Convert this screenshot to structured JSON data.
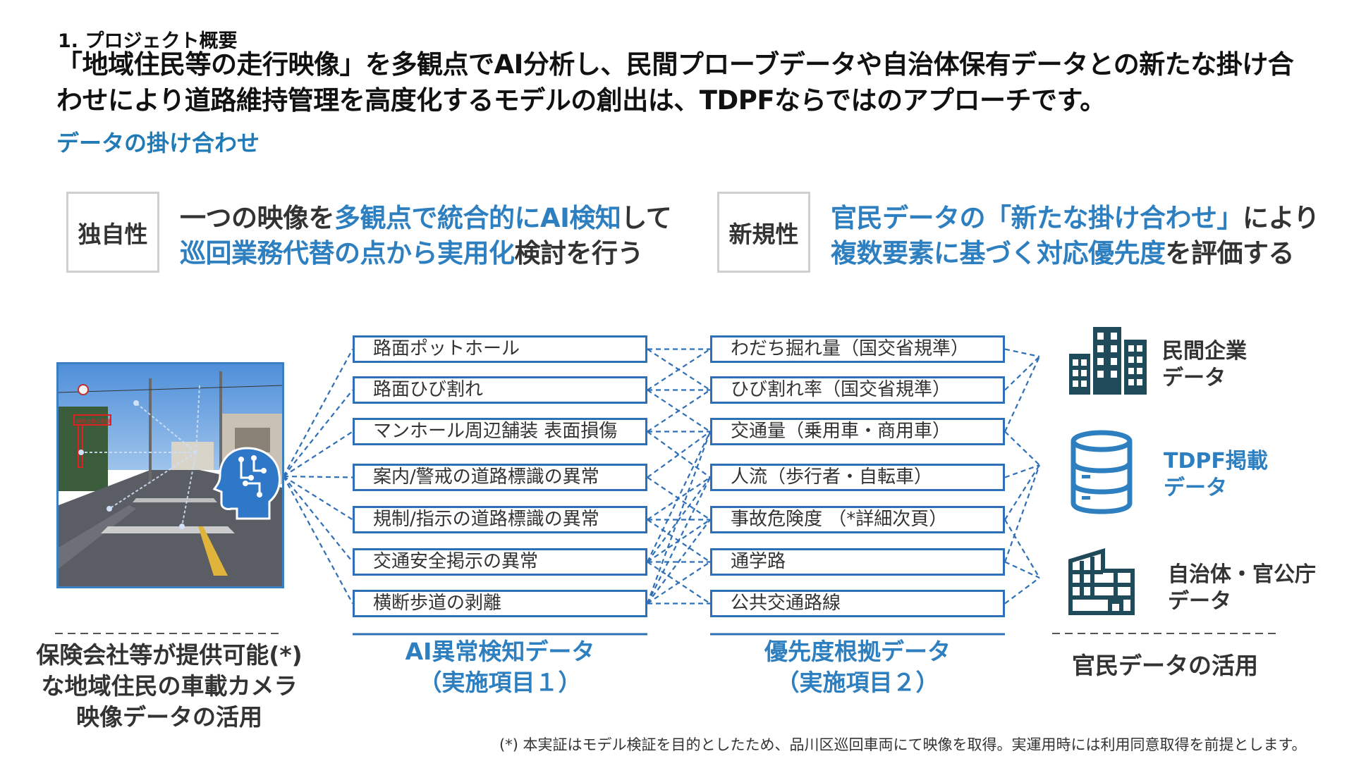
{
  "header": {
    "section_no": "1. プロジェクト概要",
    "headline_line1": "「地域住民等の走行映像」を多観点でAI分析し、民間プローブデータや自治体保有データとの新たな掛け合",
    "headline_line2": "わせにより道路維持管理を高度化するモデルの創出は、TDPFならではのアプローチです。",
    "subhead": "データの掛け合わせ"
  },
  "features": {
    "uniqueness": {
      "tag": "独自性",
      "line1_a": "一つの映像を",
      "line1_hl": "多観点で統合的にAI検知",
      "line1_b": "して",
      "line2_hl": "巡回業務代替の点から実用化",
      "line2_b": "検討を行う"
    },
    "novelty": {
      "tag": "新規性",
      "line1_hl": "官民データの「新たな掛け合わせ」",
      "line1_b": "により",
      "line2_hl": "複数要素に基づく対応優先度",
      "line2_b": "を評価する"
    }
  },
  "photo": {
    "sign_text": "横断歩道の剥離"
  },
  "ai_items": [
    "路面ポットホール",
    "路面ひび割れ",
    "マンホール周辺舗装 表面損傷",
    "案内/警戒の道路標識の異常",
    "規制/指示の道路標識の異常",
    "交通安全掲示の異常",
    "横断歩道の剥離"
  ],
  "priority_items": [
    "わだち掘れ量（国交省規準）",
    "ひび割れ率（国交省規準）",
    "交通量（乗用車・商用車）",
    "人流（歩行者・自転車）",
    "事故危険度 （*詳細次頁）",
    "通学路",
    "公共交通路線"
  ],
  "captions": {
    "camera_line1": "保険会社等が提供可能(*)",
    "camera_line2": "な地域住民の車載カメラ",
    "camera_line3": "映像データの活用",
    "ai_line1": "AI異常検知データ",
    "ai_line2": "（実施項目１）",
    "priority_line1": "優先度根拠データ",
    "priority_line2": "（実施項目２）",
    "sources": "官民データの活用"
  },
  "sources": {
    "private_line1": "民間企業",
    "private_line2": "データ",
    "tdpf_line1": "TDPF掲載",
    "tdpf_line2": "データ",
    "gov_line1": "自治体・官公庁",
    "gov_line2": "データ"
  },
  "colors": {
    "accent_blue": "#2e7fc0",
    "box_border": "#2f6fb6",
    "dark_teal": "#1f4a5a"
  },
  "footnote": "(*) 本実証はモデル検証を目的としたため、品川区巡回車両にて映像を取得。実運用時には利用同意取得を前提とします。"
}
